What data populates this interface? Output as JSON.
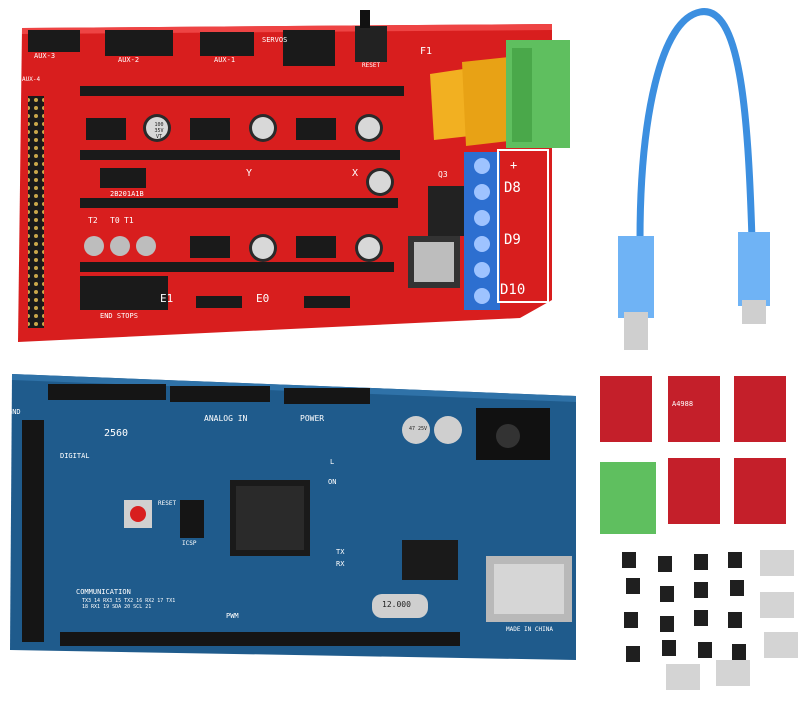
{
  "ramps": {
    "silk_aux3": "AUX-3",
    "silk_aux2": "AUX-2",
    "silk_aux1": "AUX-1",
    "silk_servos": "SERVOS",
    "silk_reset": "RESET",
    "silk_aux4": "AUX-4",
    "silk_x": "X",
    "silk_y": "Y",
    "silk_e0": "E0",
    "silk_e1": "E1",
    "silk_d8": "D8",
    "silk_d9": "D9",
    "silk_d10": "D10",
    "silk_f1": "F1",
    "silk_t0": "T0",
    "silk_t1": "T1",
    "silk_t2": "T2",
    "silk_driver_chip": "2B201A1B",
    "silk_cap": "100 35V VT",
    "silk_plus": "+",
    "silk_q3": "Q3",
    "silk_end_stops": "END STOPS"
  },
  "mega": {
    "silk_2560": "2560",
    "silk_analog_in": "ANALOG IN",
    "silk_power": "POWER",
    "silk_digital": "DIGITAL",
    "silk_communication": "COMMUNICATION",
    "silk_pwm": "PWM",
    "silk_reset": "RESET",
    "silk_icsp": "ICSP",
    "silk_made_in": "MADE IN CHINA",
    "silk_crystal": "12.000",
    "silk_on": "ON",
    "silk_l": "L",
    "silk_tx": "TX",
    "silk_rx": "RX",
    "silk_gnd": "GND",
    "silk_txrx": "TX3 14 RX3 15 TX2 16 RX2 17 TX1 18 RX1 19 SDA 20 SCL 21",
    "silk_cap47": "47 25V"
  },
  "driver": {
    "silk_a": "A4988"
  },
  "colors": {
    "ramps_red": "#d81e1e",
    "mega_blue": "#1f5b8c",
    "cable_blue": "#3c8fe0",
    "terminal_green": "#5fbf5f",
    "fuse_yellow": "#f2b021"
  }
}
